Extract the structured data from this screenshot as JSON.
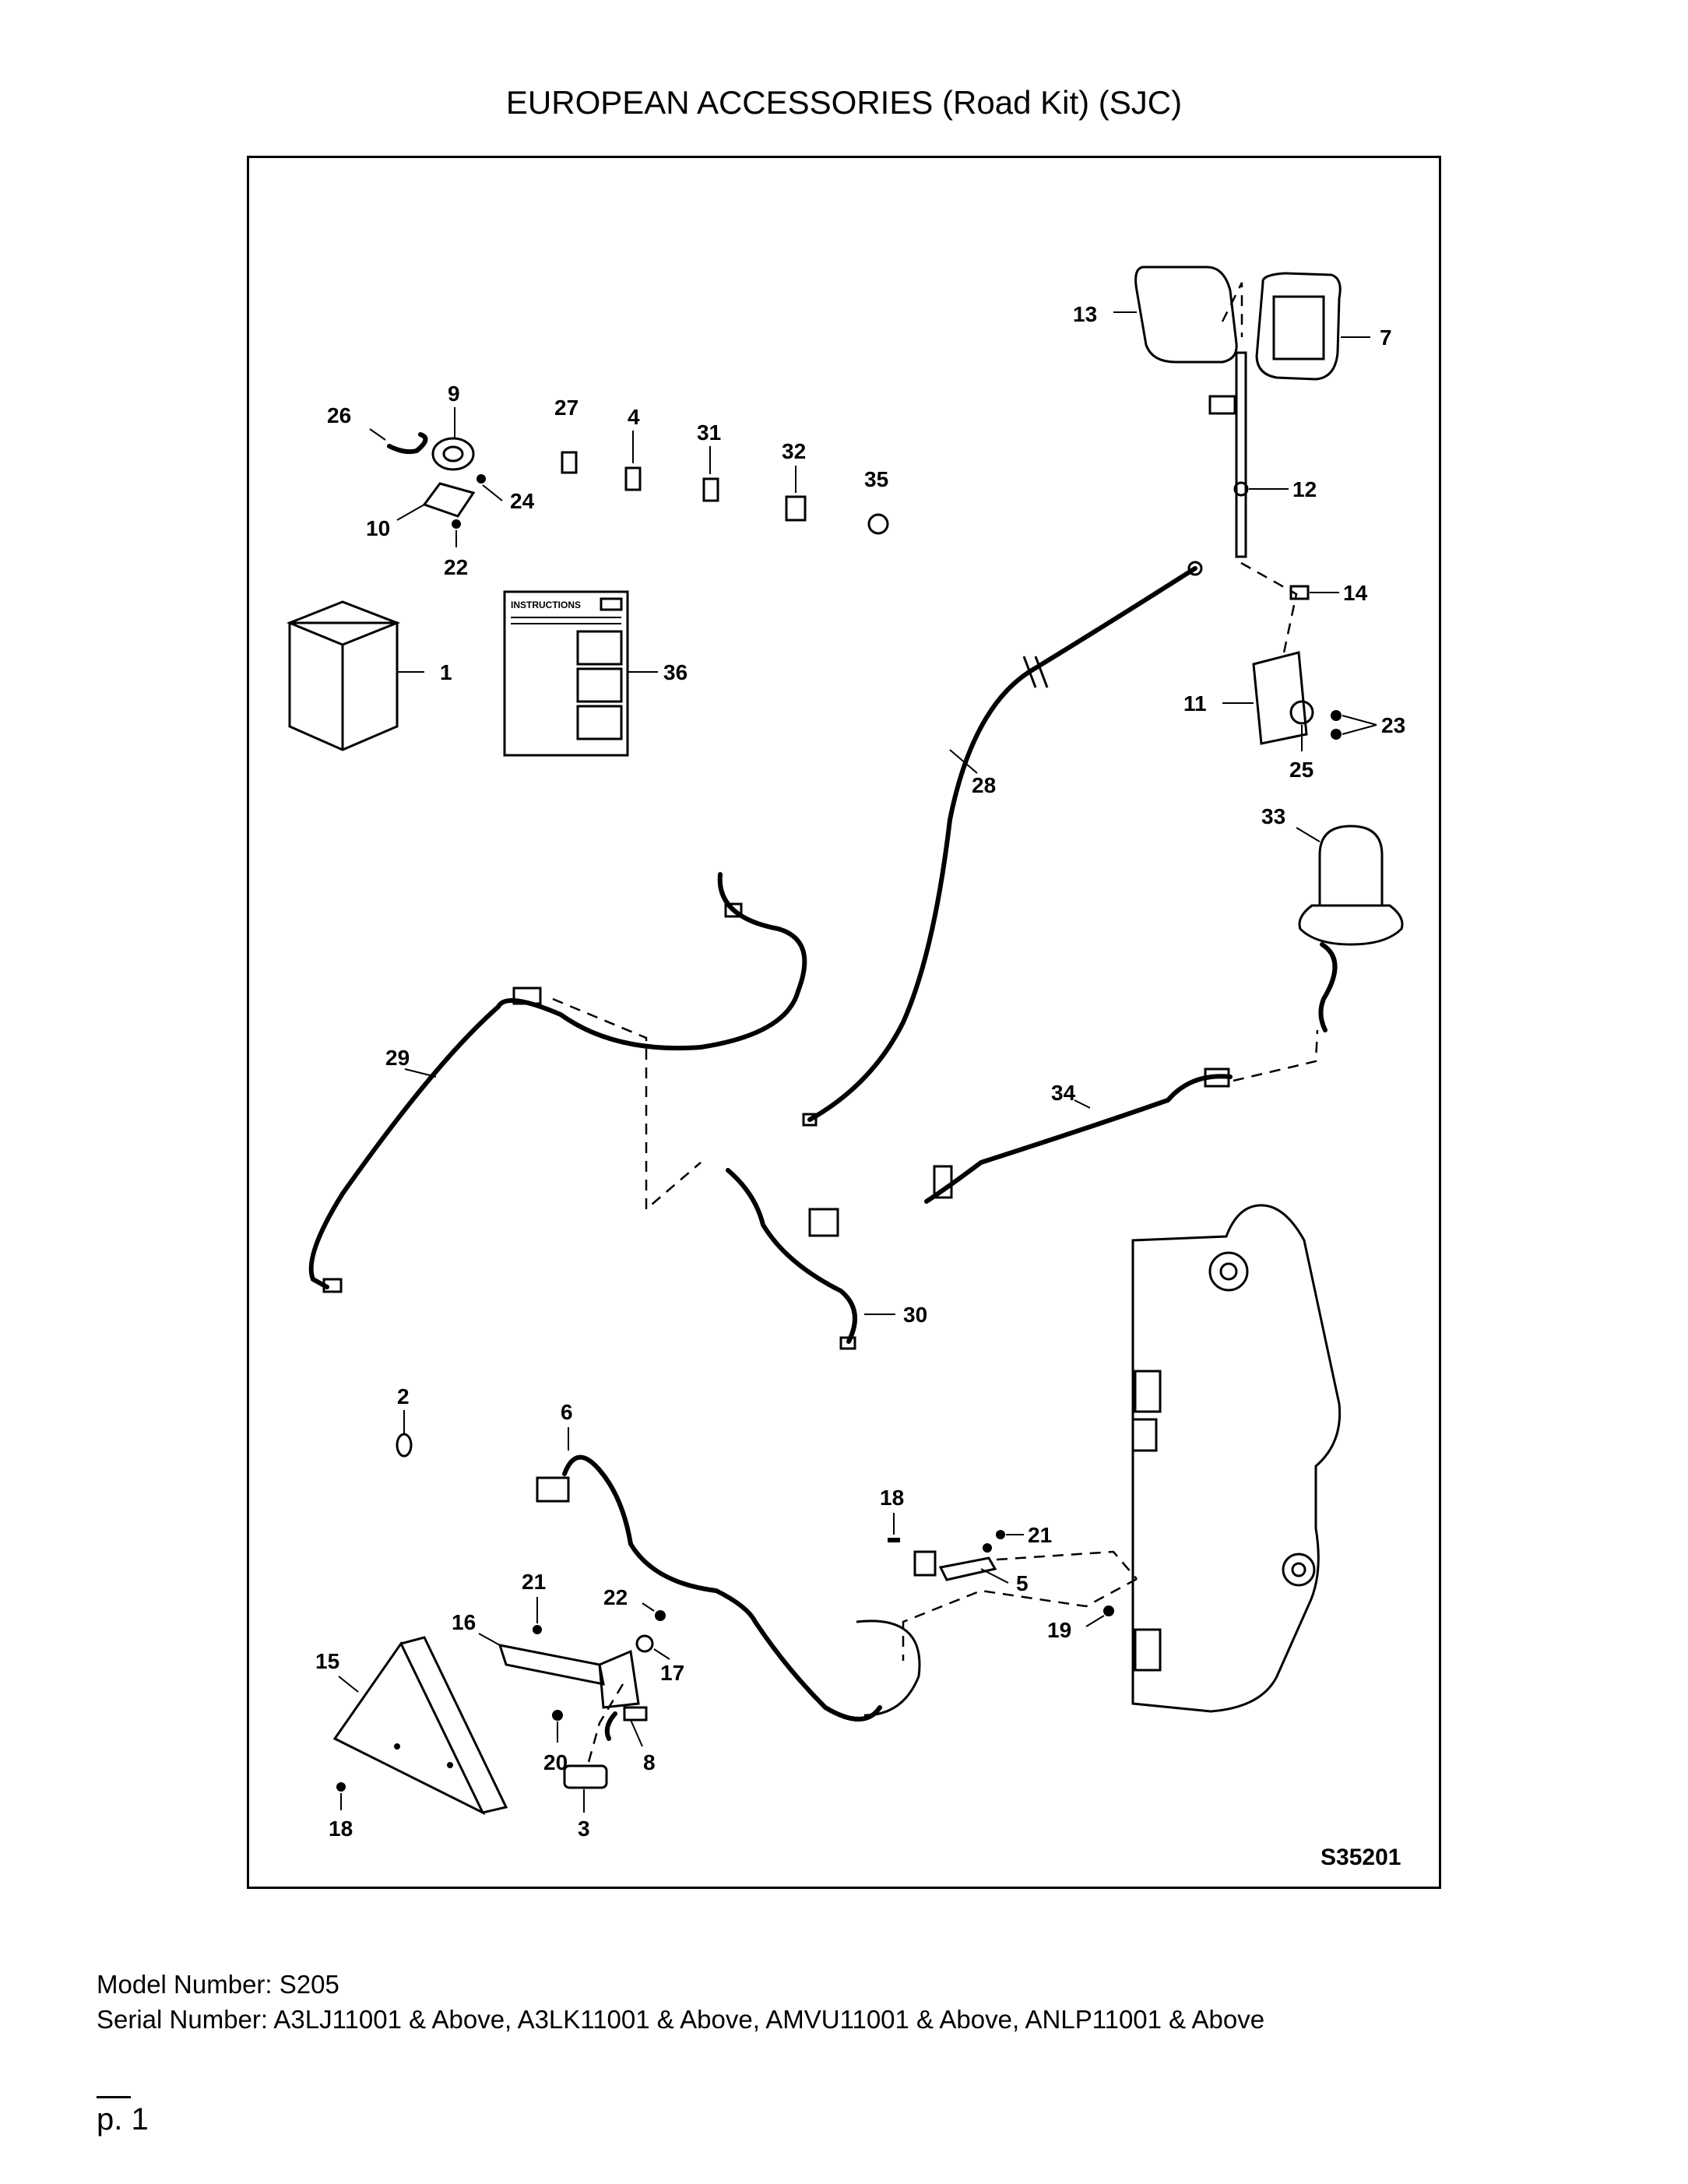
{
  "page": {
    "title": "EUROPEAN ACCESSORIES (Road Kit) (SJC)",
    "model_line": "Model Number: S205",
    "serial_line": "Serial Number: A3LJ11001 & Above, A3LK11001 & Above, AMVU11001 & Above, ANLP11001 & Above",
    "page_number": "p. 1"
  },
  "diagram": {
    "reference": "S35201",
    "instructions_label": "INSTRUCTIONS",
    "callouts": {
      "c1": "1",
      "c2": "2",
      "c3": "3",
      "c4": "4",
      "c5": "5",
      "c6": "6",
      "c7": "7",
      "c8": "8",
      "c9": "9",
      "c10": "10",
      "c11": "11",
      "c12": "12",
      "c13": "13",
      "c14": "14",
      "c15": "15",
      "c16": "16",
      "c17": "17",
      "c18a": "18",
      "c18b": "18",
      "c19": "19",
      "c20": "20",
      "c21a": "21",
      "c21b": "21",
      "c22a": "22",
      "c22b": "22",
      "c23": "23",
      "c24": "24",
      "c25": "25",
      "c26": "26",
      "c27": "27",
      "c28": "28",
      "c29": "29",
      "c30": "30",
      "c31": "31",
      "c32": "32",
      "c33": "33",
      "c34": "34",
      "c35": "35",
      "c36": "36"
    }
  }
}
